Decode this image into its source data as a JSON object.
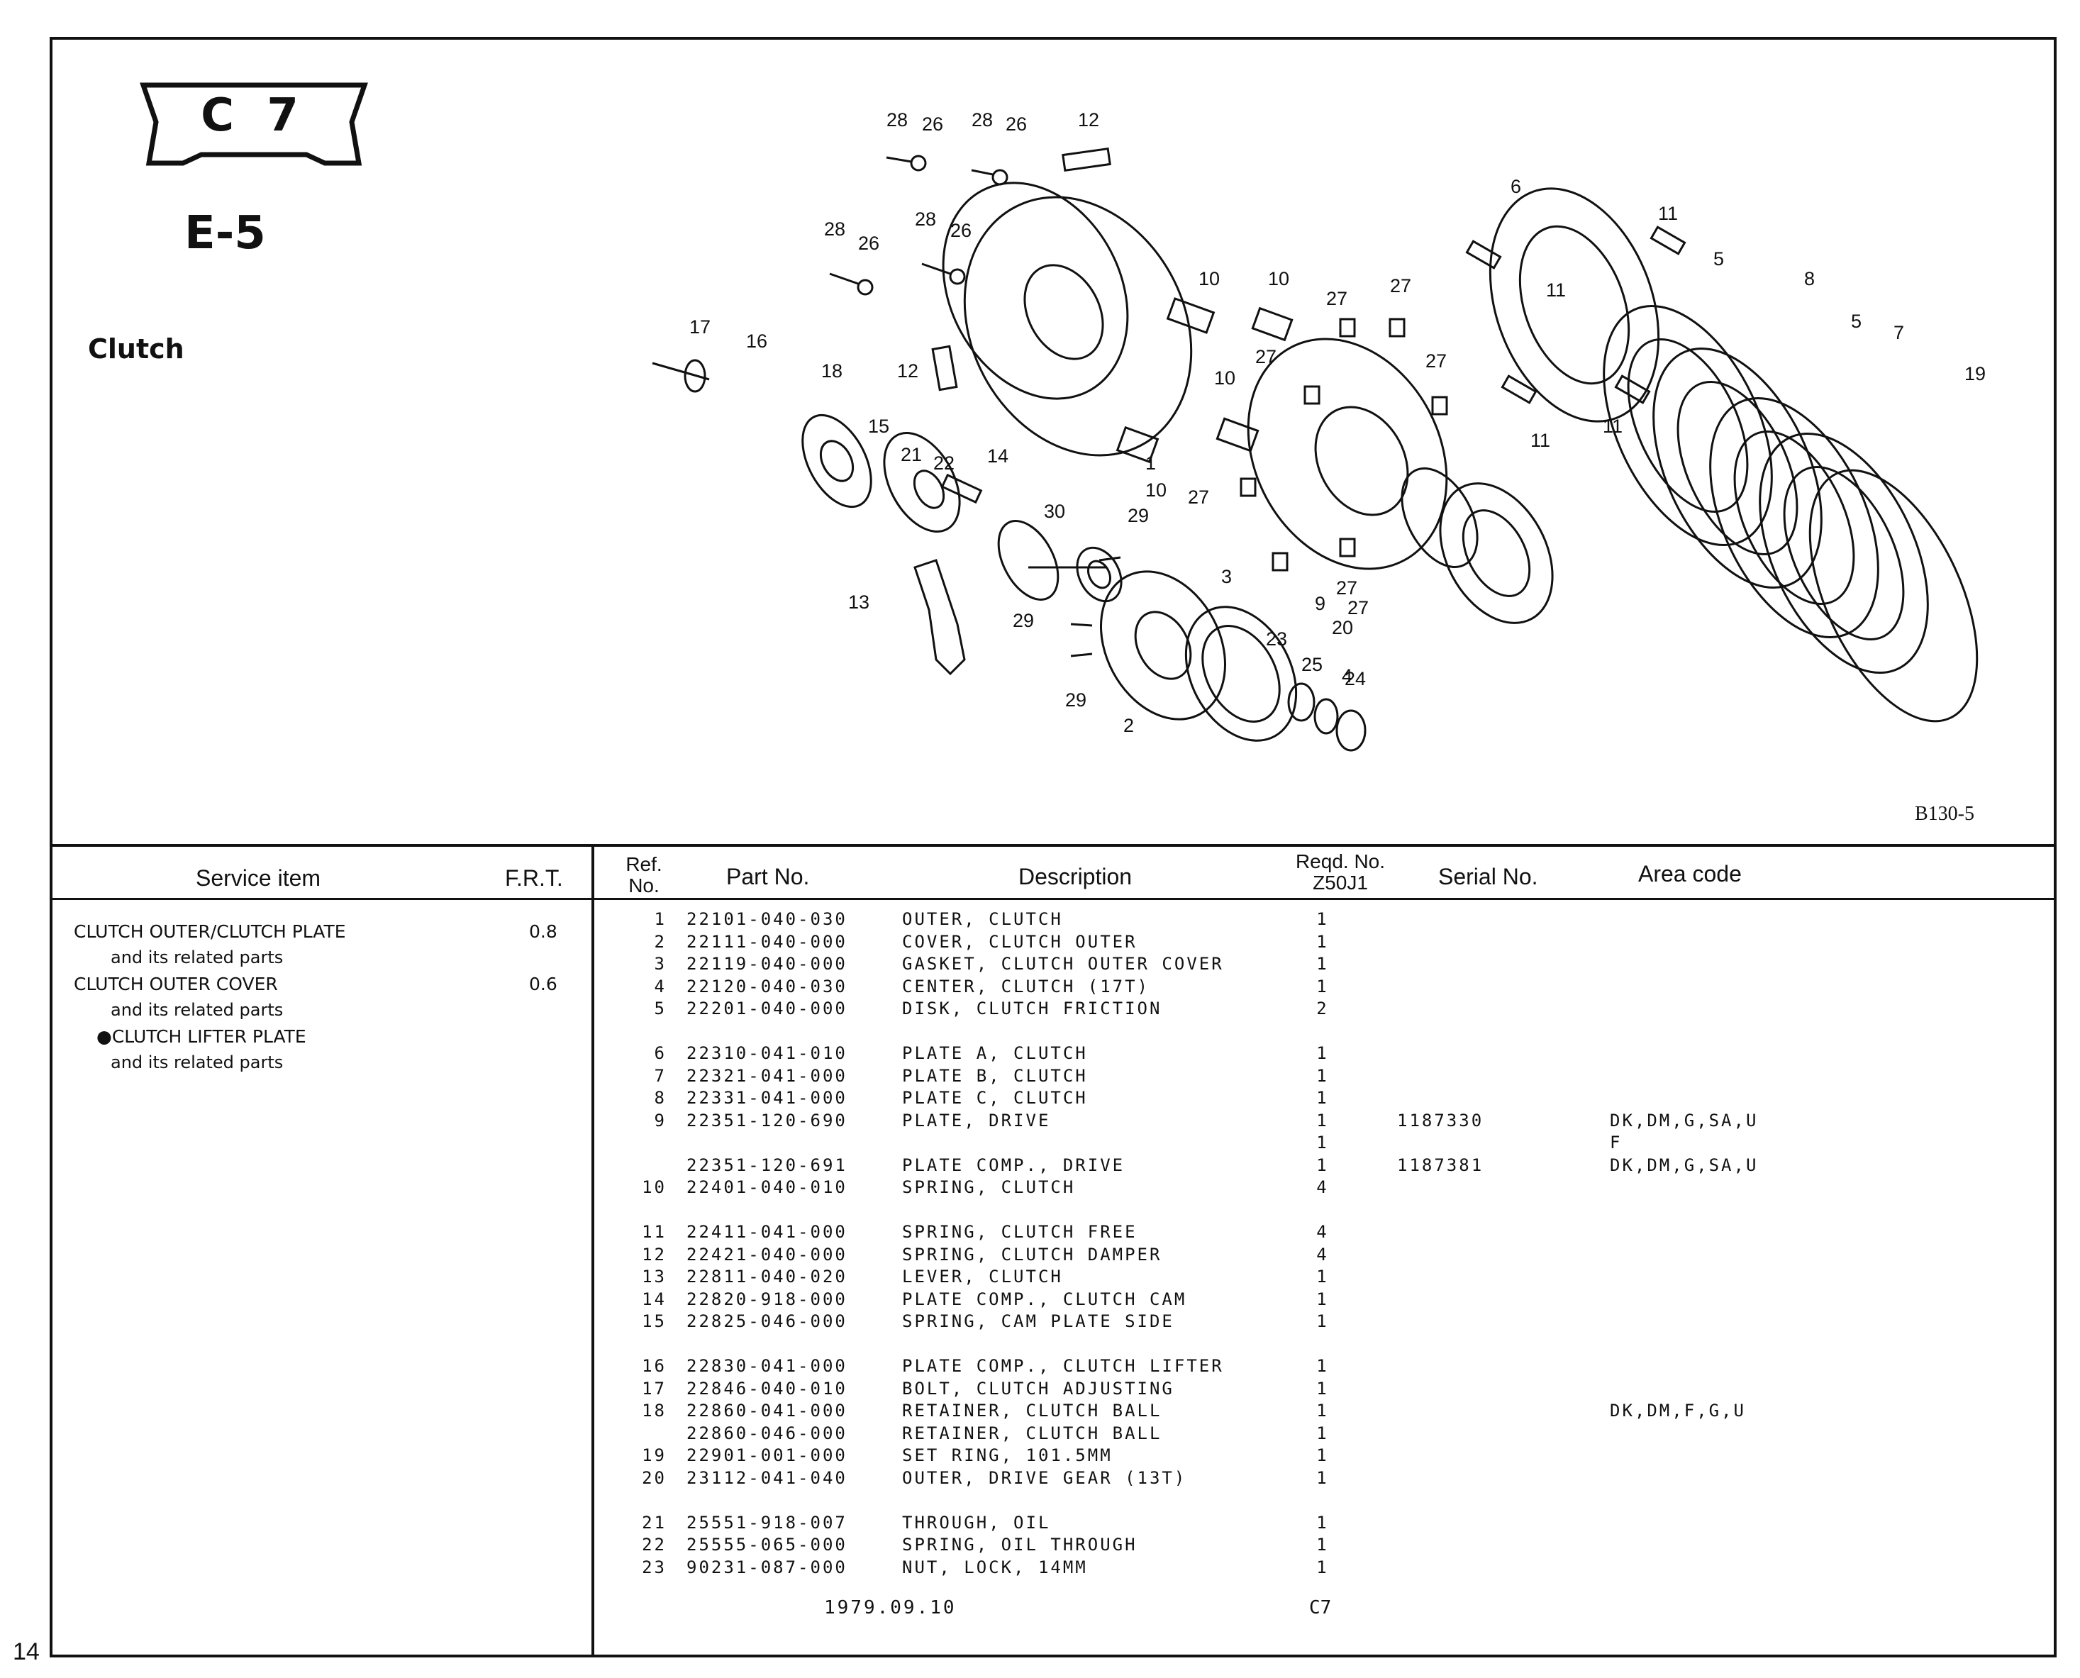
{
  "page": {
    "number": "14",
    "model_badge": "C 7",
    "engine_code": "E-5",
    "section_title": "Clutch",
    "diagram_code": "B130-5"
  },
  "diagram": {
    "callouts": [
      "1",
      "2",
      "3",
      "4",
      "5",
      "5",
      "6",
      "7",
      "8",
      "9",
      "10",
      "10",
      "10",
      "10",
      "11",
      "11",
      "11",
      "11",
      "12",
      "12",
      "13",
      "14",
      "15",
      "16",
      "17",
      "18",
      "19",
      "20",
      "21",
      "22",
      "23",
      "24",
      "25",
      "26",
      "26",
      "26",
      "26",
      "27",
      "27",
      "27",
      "27",
      "27",
      "27",
      "27",
      "28",
      "28",
      "28",
      "28",
      "29",
      "29",
      "29",
      "30"
    ]
  },
  "table": {
    "headers": {
      "service_item": "Service item",
      "frt": "F.R.T.",
      "ref_no": "Ref.\nNo.",
      "part_no": "Part No.",
      "description": "Description",
      "reqd_no": "Reqd. No.\nZ50J1",
      "serial_no": "Serial No.",
      "area_code": "Area code"
    },
    "service_items": [
      {
        "label": "CLUTCH OUTER/CLUTCH PLATE",
        "frt": "0.8",
        "style": "main"
      },
      {
        "label": "and its related parts",
        "frt": "",
        "style": "sub"
      },
      {
        "label": "CLUTCH OUTER COVER",
        "frt": "0.6",
        "style": "main"
      },
      {
        "label": "and its related parts",
        "frt": "",
        "style": "sub"
      },
      {
        "label": "●CLUTCH LIFTER PLATE",
        "frt": "",
        "style": "bullet"
      },
      {
        "label": "and its related parts",
        "frt": "",
        "style": "sub"
      }
    ],
    "parts": [
      {
        "ref": "1",
        "part": "22101-040-030",
        "desc": "OUTER, CLUTCH",
        "qty": "1",
        "serial": "",
        "area": ""
      },
      {
        "ref": "2",
        "part": "22111-040-000",
        "desc": "COVER, CLUTCH OUTER",
        "qty": "1",
        "serial": "",
        "area": ""
      },
      {
        "ref": "3",
        "part": "22119-040-000",
        "desc": "GASKET, CLUTCH OUTER COVER",
        "qty": "1",
        "serial": "",
        "area": ""
      },
      {
        "ref": "4",
        "part": "22120-040-030",
        "desc": "CENTER, CLUTCH (17T)",
        "qty": "1",
        "serial": "",
        "area": ""
      },
      {
        "ref": "5",
        "part": "22201-040-000",
        "desc": "DISK, CLUTCH FRICTION",
        "qty": "2",
        "serial": "",
        "area": ""
      },
      {
        "gap": true
      },
      {
        "ref": "6",
        "part": "22310-041-010",
        "desc": "PLATE A, CLUTCH",
        "qty": "1",
        "serial": "",
        "area": ""
      },
      {
        "ref": "7",
        "part": "22321-041-000",
        "desc": "PLATE B, CLUTCH",
        "qty": "1",
        "serial": "",
        "area": ""
      },
      {
        "ref": "8",
        "part": "22331-041-000",
        "desc": "PLATE C, CLUTCH",
        "qty": "1",
        "serial": "",
        "area": ""
      },
      {
        "ref": "9",
        "part": "22351-120-690",
        "desc": "PLATE, DRIVE",
        "qty": "1",
        "serial": "      1187330",
        "area": "DK,DM,G,SA,U"
      },
      {
        "ref": "",
        "part": "",
        "desc": "",
        "qty": "1",
        "serial": "",
        "area": "F"
      },
      {
        "ref": "",
        "part": "22351-120-691",
        "desc": "PLATE COMP., DRIVE",
        "qty": "1",
        "serial": "1187381",
        "area": "DK,DM,G,SA,U"
      },
      {
        "ref": "10",
        "part": "22401-040-010",
        "desc": "SPRING, CLUTCH",
        "qty": "4",
        "serial": "",
        "area": ""
      },
      {
        "gap": true
      },
      {
        "ref": "11",
        "part": "22411-041-000",
        "desc": "SPRING, CLUTCH FREE",
        "qty": "4",
        "serial": "",
        "area": ""
      },
      {
        "ref": "12",
        "part": "22421-040-000",
        "desc": "SPRING, CLUTCH DAMPER",
        "qty": "4",
        "serial": "",
        "area": ""
      },
      {
        "ref": "13",
        "part": "22811-040-020",
        "desc": "LEVER, CLUTCH",
        "qty": "1",
        "serial": "",
        "area": ""
      },
      {
        "ref": "14",
        "part": "22820-918-000",
        "desc": "PLATE COMP., CLUTCH CAM",
        "qty": "1",
        "serial": "",
        "area": ""
      },
      {
        "ref": "15",
        "part": "22825-046-000",
        "desc": "SPRING, CAM PLATE SIDE",
        "qty": "1",
        "serial": "",
        "area": ""
      },
      {
        "gap": true
      },
      {
        "ref": "16",
        "part": "22830-041-000",
        "desc": "PLATE COMP., CLUTCH LIFTER",
        "qty": "1",
        "serial": "",
        "area": ""
      },
      {
        "ref": "17",
        "part": "22846-040-010",
        "desc": "BOLT, CLUTCH ADJUSTING",
        "qty": "1",
        "serial": "",
        "area": ""
      },
      {
        "ref": "18",
        "part": "22860-041-000",
        "desc": "RETAINER, CLUTCH BALL",
        "qty": "1",
        "serial": "",
        "area": "DK,DM,F,G,U"
      },
      {
        "ref": "",
        "part": "22860-046-000",
        "desc": "RETAINER, CLUTCH BALL",
        "qty": "1",
        "serial": "",
        "area": ""
      },
      {
        "ref": "19",
        "part": "22901-001-000",
        "desc": "SET RING, 101.5MM",
        "qty": "1",
        "serial": "",
        "area": ""
      },
      {
        "ref": "20",
        "part": "23112-041-040",
        "desc": "OUTER, DRIVE GEAR (13T)",
        "qty": "1",
        "serial": "",
        "area": ""
      },
      {
        "gap": true
      },
      {
        "ref": "21",
        "part": "25551-918-007",
        "desc": "THROUGH, OIL",
        "qty": "1",
        "serial": "",
        "area": ""
      },
      {
        "ref": "22",
        "part": "25555-065-000",
        "desc": "SPRING, OIL THROUGH",
        "qty": "1",
        "serial": "",
        "area": ""
      },
      {
        "ref": "23",
        "part": "90231-087-000",
        "desc": "NUT, LOCK, 14MM",
        "qty": "1",
        "serial": "",
        "area": ""
      }
    ],
    "footer_date": "1979.09.10",
    "footer_mark": "C7"
  }
}
